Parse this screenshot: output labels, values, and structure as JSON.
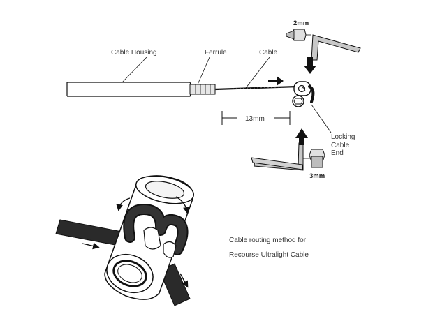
{
  "labels": {
    "cable_housing": "Cable Housing",
    "ferrule": "Ferrule",
    "cable": "Cable",
    "measure": "13mm",
    "locking_line1": "Locking",
    "locking_line2": "Cable",
    "locking_line3": "End",
    "wrench_top": "2mm",
    "wrench_bottom": "3mm"
  },
  "caption": {
    "line1": "Cable routing method for",
    "line2": "Recourse Ultralight Cable"
  },
  "colors": {
    "ink": "#111111",
    "housing": "#ffffff",
    "cable_dark": "#1a1a1a",
    "wrench": "#bdbdbd"
  }
}
